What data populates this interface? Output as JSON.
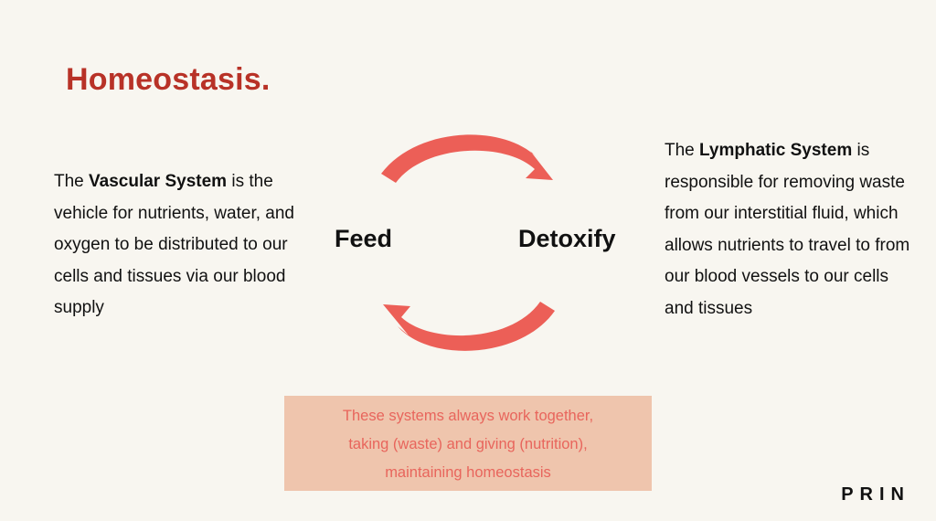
{
  "title": "Homeostasis.",
  "left": {
    "prefix": "The ",
    "bold": "Vascular System",
    "rest": " is the vehicle for nutrients, water, and oxygen to be distributed to our cells and tissues via our blood supply"
  },
  "right": {
    "prefix": "The ",
    "bold": "Lymphatic System",
    "rest": " is responsible for removing waste from our interstitial fluid, which allows nutrients to travel to from our blood vessels to our cells and tissues"
  },
  "cycle": {
    "left_label": "Feed",
    "right_label": "Detoxify",
    "arrow_color": "#ec5f57"
  },
  "callout": {
    "line1": "These systems always work together,",
    "line2": "taking (waste) and giving (nutrition),",
    "line3": "maintaining homeostasis"
  },
  "brand": "PRIN"
}
